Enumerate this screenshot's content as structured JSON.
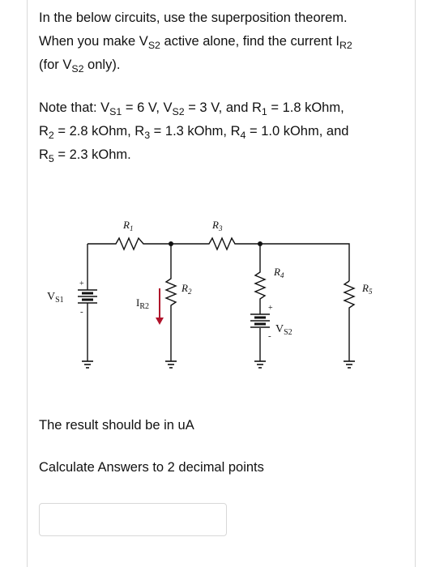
{
  "question": {
    "line1": "In the below circuits, use the superposition theorem.",
    "line2_a": "When you make V",
    "line2_sub": "S2",
    "line2_b": " active alone, find the current I",
    "line2_sub2": "R2",
    "line3_a": "(for V",
    "line3_sub": "S2",
    "line3_b": " only)."
  },
  "note": {
    "line1_a": "Note that: V",
    "line1_sub1": "S1",
    "line1_b": " = 6 V, V",
    "line1_sub2": "S2",
    "line1_c": " = 3 V, and R",
    "line1_sub3": "1",
    "line1_d": " = 1.8 kOhm,",
    "line2_a": "R",
    "line2_sub1": "2",
    "line2_b": " = 2.8 kOhm, R",
    "line2_sub2": "3",
    "line2_c": " = 1.3 kOhm, R",
    "line2_sub3": "4",
    "line2_d": " = 1.0 kOhm, and",
    "line3_a": "R",
    "line3_sub": "5",
    "line3_b": " = 2.3 kOhm."
  },
  "circuit": {
    "r1": "R",
    "r1_sub": "1",
    "r3": "R",
    "r3_sub": "3",
    "r2": "R",
    "r2_sub": "2",
    "r4": "R",
    "r4_sub": "4",
    "r5": "R",
    "r5_sub": "5",
    "vs1": "V",
    "vs1_sub": "S1",
    "vs2": "V",
    "vs2_sub": "S2",
    "ir2": "I",
    "ir2_sub": "R2",
    "plus": "+",
    "minus": "-"
  },
  "result_text": "The result should be in uA",
  "decimals_text": "Calculate Answers to 2 decimal points",
  "answer": {
    "value": "",
    "placeholder": ""
  }
}
